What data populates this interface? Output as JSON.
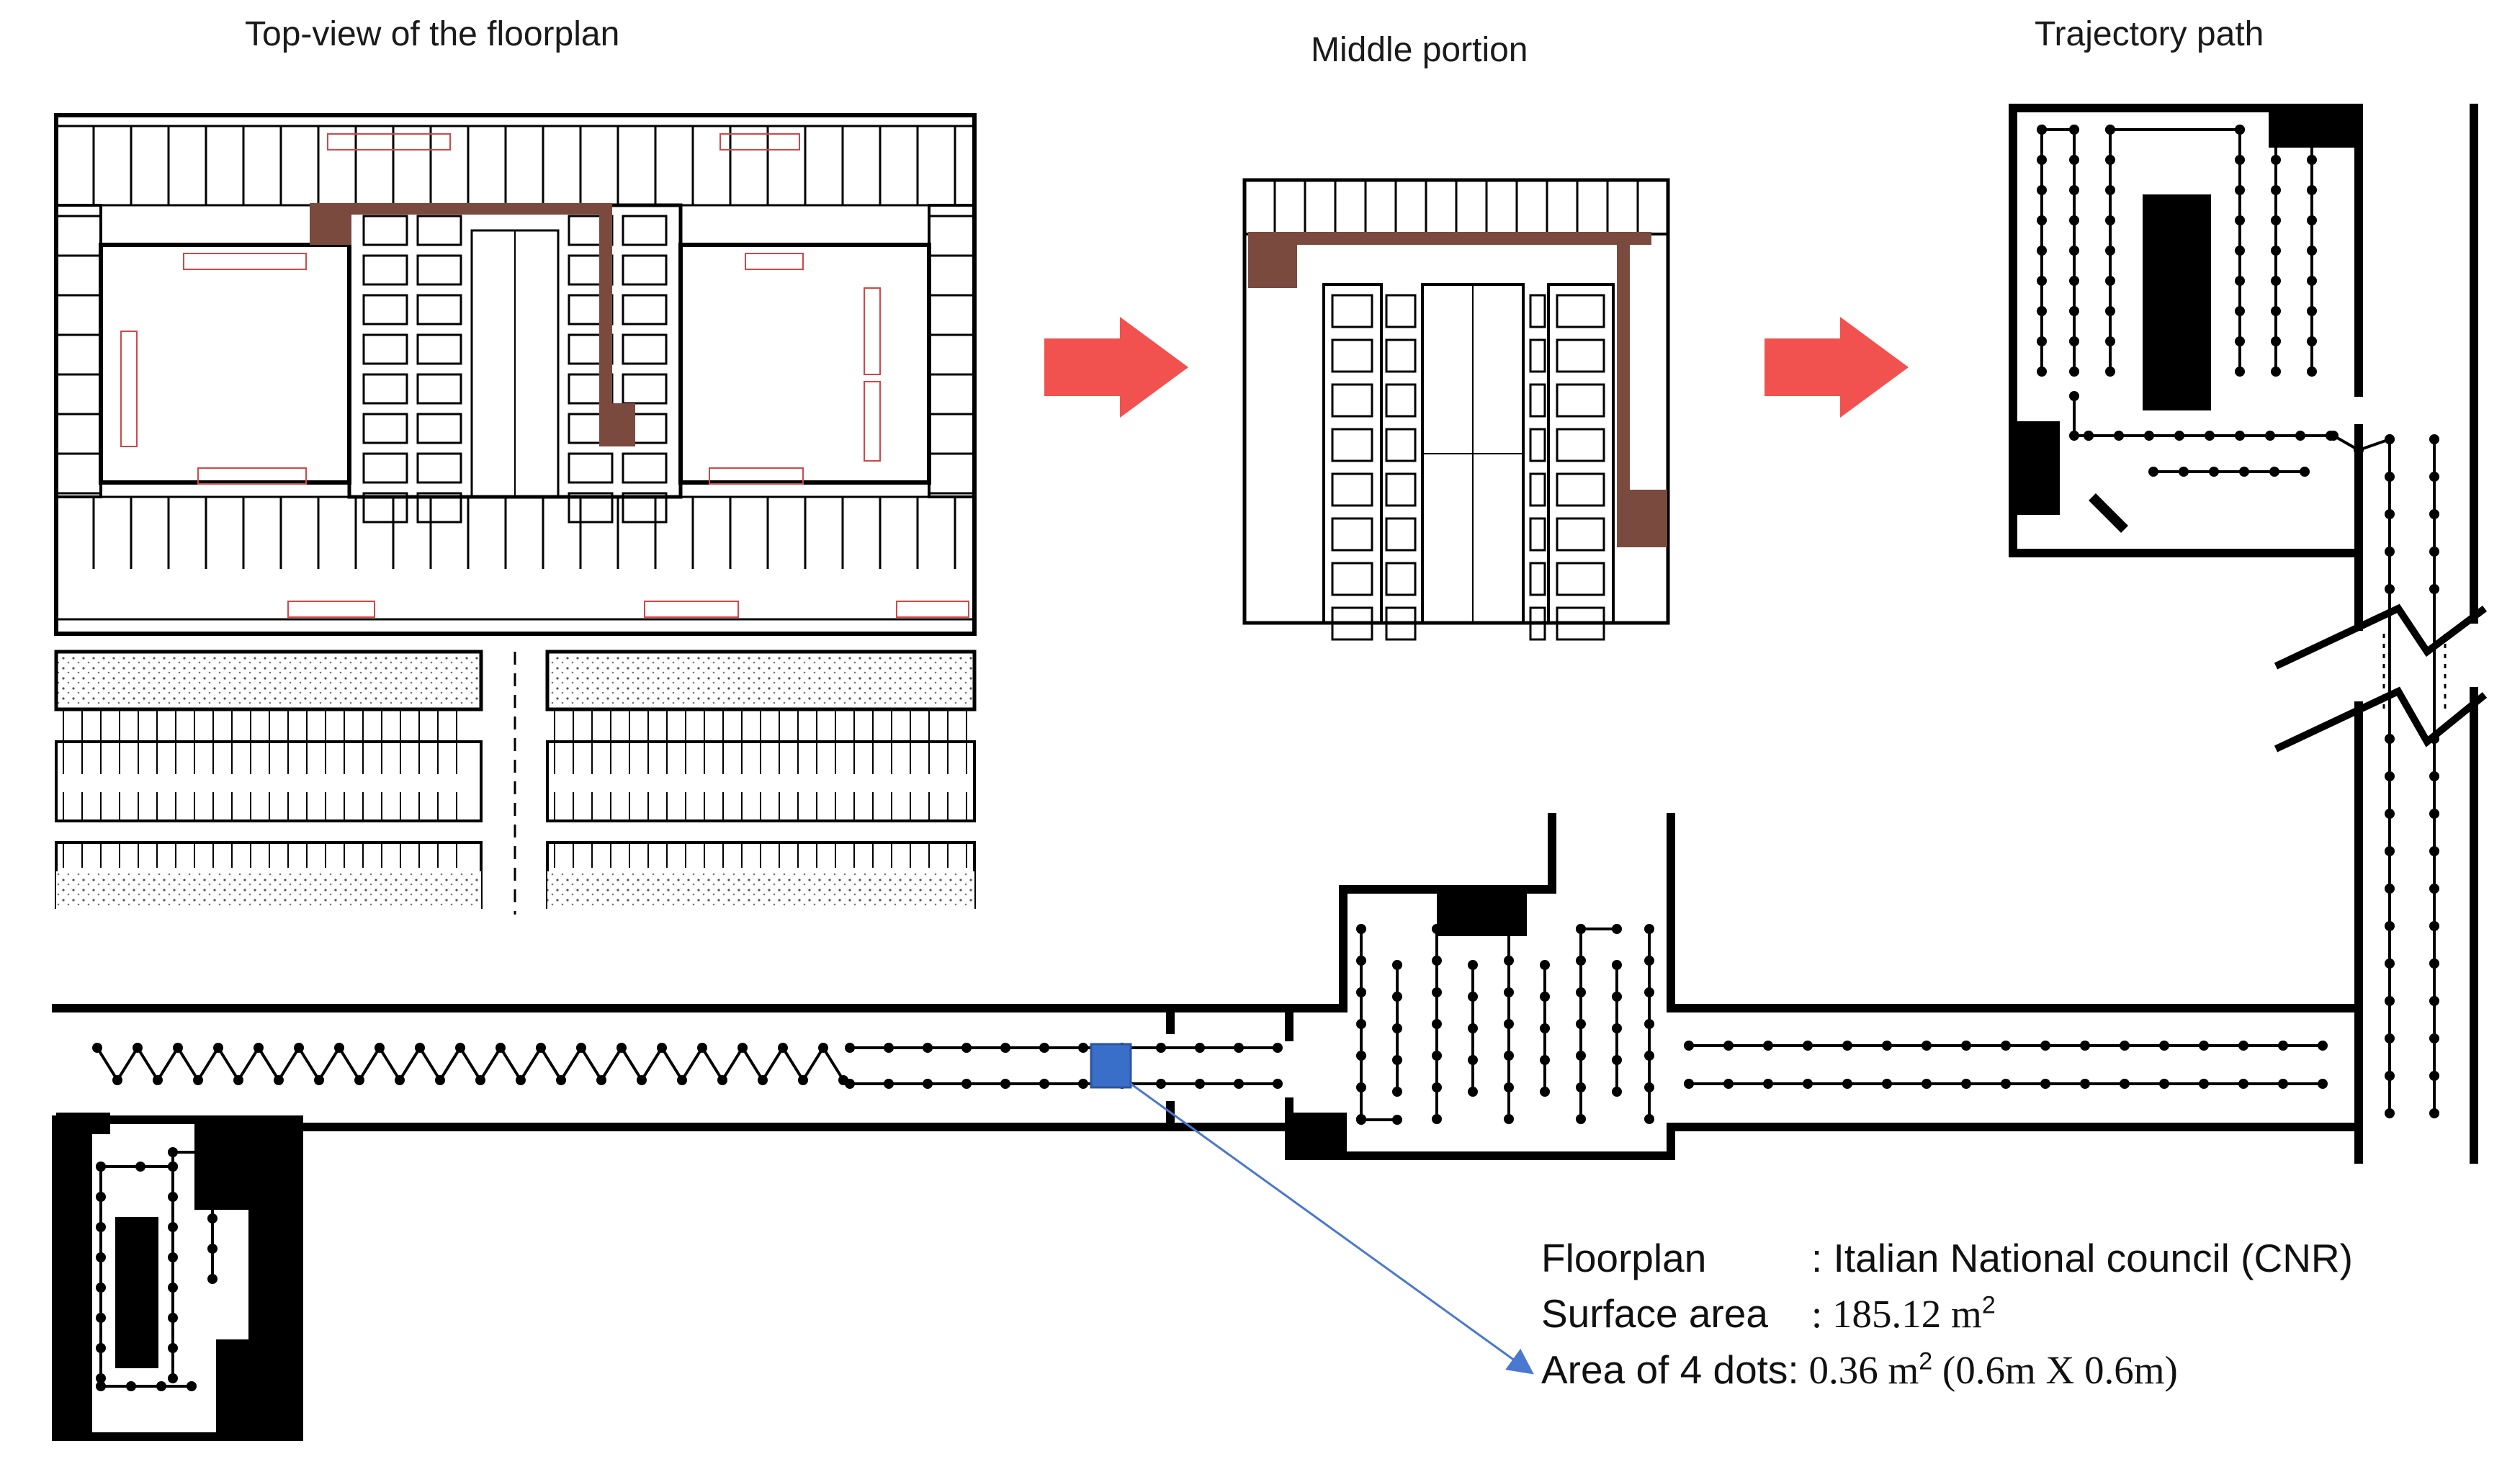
{
  "captions": {
    "top_view": "Top-view of the floorplan",
    "middle": "Middle portion",
    "trajectory": "Trajectory path"
  },
  "info": {
    "floorplan_label": "Floorplan",
    "floorplan_value": ": Italian National council (CNR)",
    "surface_label": "Surface area",
    "surface_value": ": 185.12 m",
    "area_label": "Area of 4 dots:",
    "area_value_a": " 0.36 m",
    "area_value_b": " (0.6m X 0.6m)",
    "superscript": "2"
  },
  "colors": {
    "arrow": "#f2524f",
    "highlight": "#7b4a3e",
    "marker": "#3a6fc9",
    "pointer": "#4a78d0",
    "ink": "#000000"
  }
}
